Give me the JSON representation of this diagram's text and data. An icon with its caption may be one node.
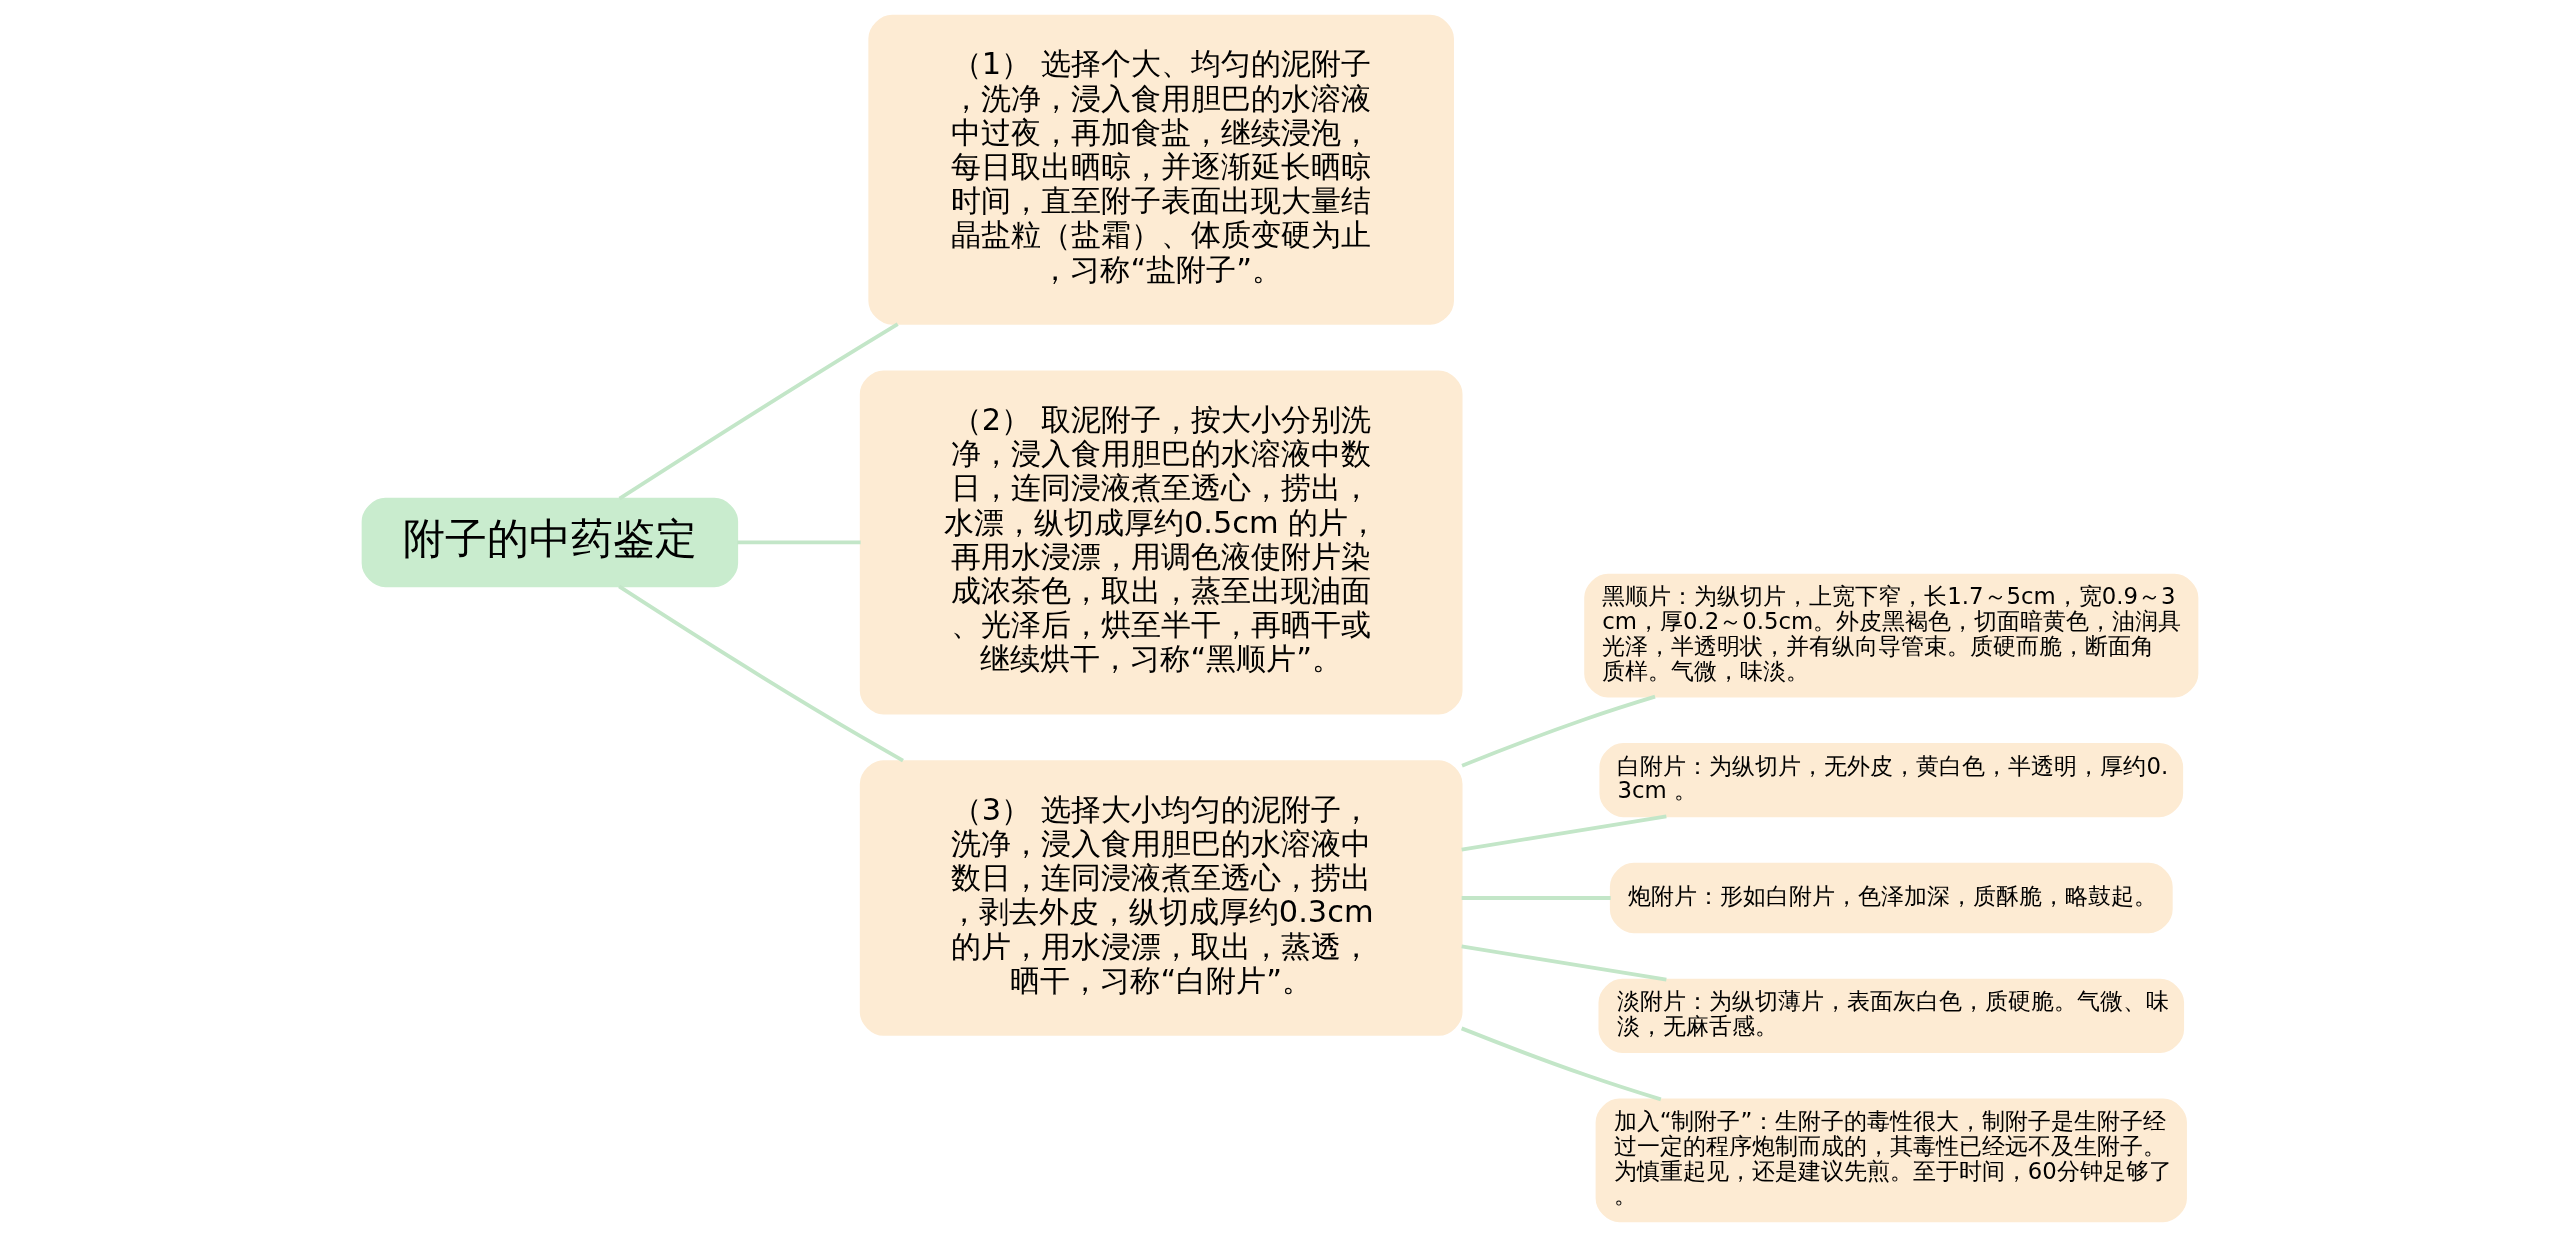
{
  "diagram": {
    "nodes": [
      {
        "text": [
          "附子的中药鉴定"
        ]
      },
      {
        "text": [
          "（1） 选择个大、均匀的泥附子，洗净，浸入食用胆巴的水溶液中过夜，再加食盐，继续浸泡，每日取出晒晾，并逐渐延长晒晾时间，直至附子表面出现大量结晶盐粒（盐霜）、体质变硬为止，习称“盐附子”。"
        ]
      },
      {
        "text": [
          "（2） 取泥附子，按大小分别洗净，浸入食用胆巴的水溶液中数日，连同浸液煮至透心，捞出，水漂，纵切成厚约0.5cm 的片，再用水浸漂，用调色液使附片染成浓茶色，取出，蒸至出现油面、光泽后，烘至半干，再晒干或继续烘干，习称“黑顺片”。"
        ]
      },
      {
        "text": [
          "（3） 选择大小均匀的泥附子，洗净，浸入食用胆巴的水溶液中数日，连同浸液煮至透心，捞出，剥去外皮，纵切成厚约0.3cm 的片，用水浸漂，取出，蒸透，晒干，习称“白附片”。"
        ]
      },
      {
        "text": [
          "黑顺片：为纵切片，上宽下窄，长1.7～5cm，宽0.9～3cm，厚0.2～0.5cm。外皮黑褐色，切面暗黄色，油润具光泽，半透明状，并有纵向导管束。质硬而脆，断面角质样。气微，味淡。"
        ]
      },
      {
        "text": [
          "白附片：为纵切片，无外皮，黄白色，半透明，厚约0.3cm 。"
        ]
      },
      {
        "text": [
          "炮附片：形如白附片，色泽加深，质酥脆，略鼓起。"
        ]
      },
      {
        "text": [
          "淡附片：为纵切薄片，表面灰白色，质硬脆。气微、味淡，无麻舌感。"
        ]
      },
      {
        "text": [
          "加入“制附子”：生附子的毒性很大，制附子是生附子经过一定的程序炮制而成的，其毒性已经远不及生附子。为慎重起见，还是建议先煎。至于时间，60分钟足够了。"
        ]
      }
    ],
    "edges": [
      {
        "from": 0,
        "to": 1,
        "arrow": "none"
      },
      {
        "from": 0,
        "to": 2,
        "arrow": "none"
      },
      {
        "from": 0,
        "to": 3,
        "arrow": "none"
      },
      {
        "from": 3,
        "to": 4,
        "arrow": "none"
      },
      {
        "from": 3,
        "to": 5,
        "arrow": "none"
      },
      {
        "from": 3,
        "to": 6,
        "arrow": "none"
      },
      {
        "from": 3,
        "to": 7,
        "arrow": "none"
      },
      {
        "from": 3,
        "to": 8,
        "arrow": "none"
      }
    ]
  }
}
